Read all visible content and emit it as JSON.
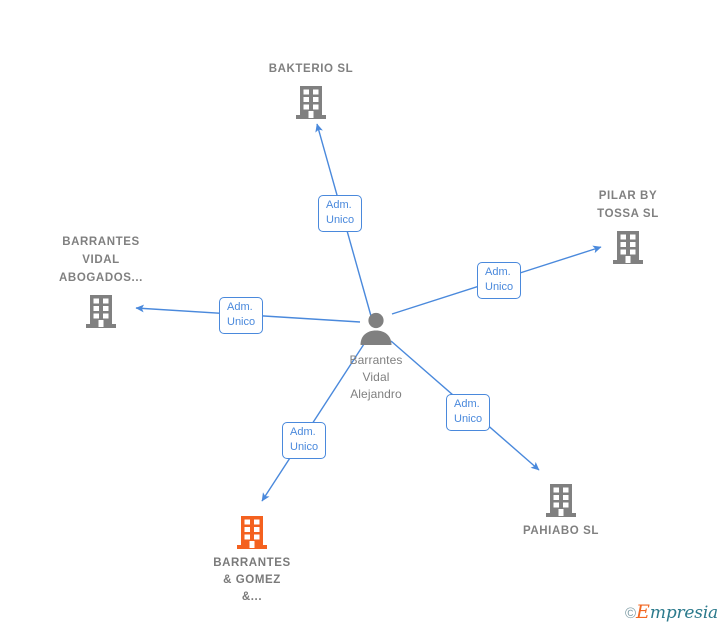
{
  "diagram": {
    "title": "Barrantes Vidal Alejandro corporate relationships network",
    "edge_color": "#4a89dc",
    "node_color": "#808080",
    "highlight_color": "#f4611f"
  },
  "center": {
    "icon": "person-icon",
    "name_lines": [
      "Barrantes",
      "Vidal",
      "Alejandro"
    ],
    "line1": "Barrantes",
    "line2": "Vidal",
    "line3": "Alejandro"
  },
  "nodes": [
    {
      "id": "bakterio",
      "icon": "building-icon",
      "line1": "BAKTERIO  SL",
      "line2": "",
      "line3": "",
      "highlight": false
    },
    {
      "id": "pilar-by-tossa",
      "icon": "building-icon",
      "line1": "PILAR BY",
      "line2": "TOSSA  SL",
      "line3": "",
      "highlight": false
    },
    {
      "id": "barrantes-vidal-abogados",
      "icon": "building-icon",
      "line1": "BARRANTES",
      "line2": "VIDAL",
      "line3": "ABOGADOS...",
      "highlight": false
    },
    {
      "id": "barrantes-gomez",
      "icon": "building-icon",
      "line1": "BARRANTES",
      "line2": "& GOMEZ",
      "line3": "&...",
      "highlight": true
    },
    {
      "id": "pahiabo",
      "icon": "building-icon",
      "line1": "PAHIABO  SL",
      "line2": "",
      "line3": "",
      "highlight": false
    }
  ],
  "edge_labels": [
    {
      "id": "edge-label-bakterio",
      "line1": "Adm.",
      "line2": "Unico"
    },
    {
      "id": "edge-label-pilar",
      "line1": "Adm.",
      "line2": "Unico"
    },
    {
      "id": "edge-label-abogados",
      "line1": "Adm.",
      "line2": "Unico"
    },
    {
      "id": "edge-label-barrantes-gomez",
      "line1": "Adm.",
      "line2": "Unico"
    },
    {
      "id": "edge-label-pahiabo",
      "line1": "Adm.",
      "line2": "Unico"
    }
  ],
  "watermark": {
    "copyright": "©",
    "brand_initial": "E",
    "brand_rest": "mpresia"
  }
}
